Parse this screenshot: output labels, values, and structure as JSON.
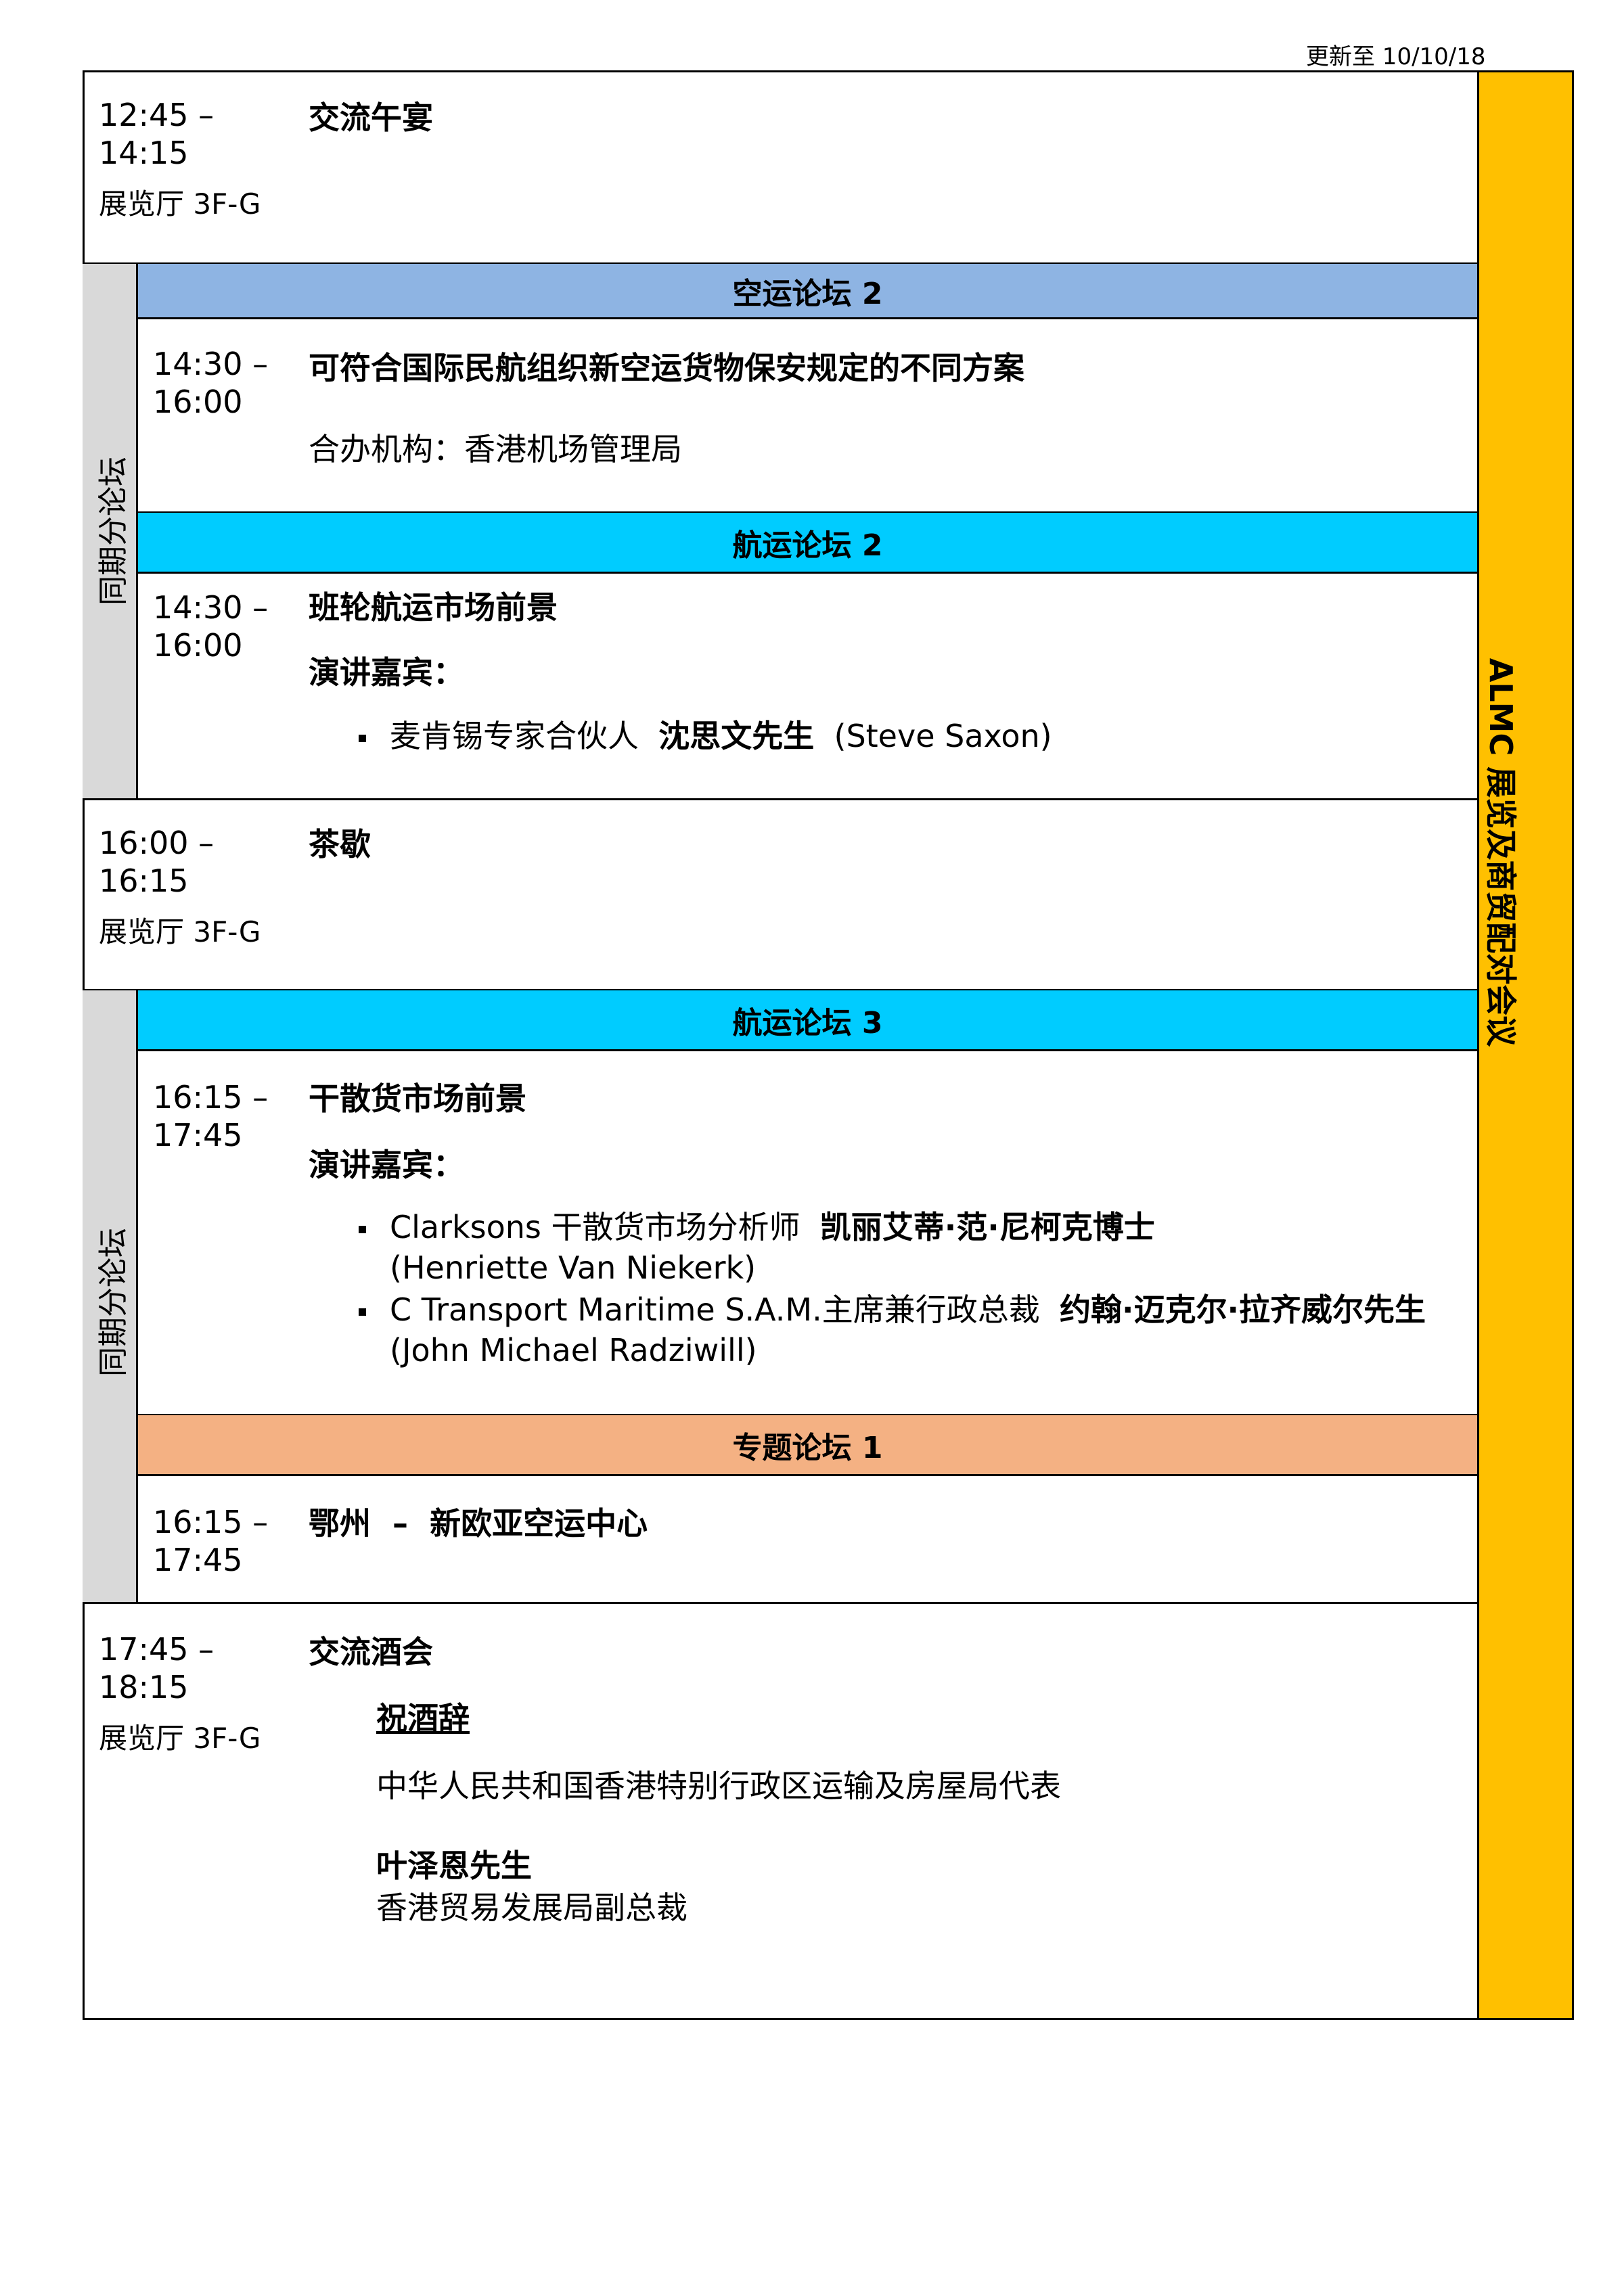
{
  "header": {
    "updated": "更新至  10/10/18"
  },
  "side_band": {
    "label": "ALMC 展览及商贸配对会议"
  },
  "concurrent_label": "同期分论坛",
  "session_lunch": {
    "time_start": "12:45 –",
    "time_end": "14:15",
    "venue": "展览厅 3F-G",
    "title": "交流午宴"
  },
  "air_forum_2": {
    "header": "空运论坛 2",
    "time_start": "14:30 –",
    "time_end": "16:00",
    "title": "可符合国际民航组织新空运货物保安规定的不同方案",
    "organizer": "合办机构：香港机场管理局"
  },
  "shipping_forum_2": {
    "header": "航运论坛 2",
    "time_start": "14:30 –",
    "time_end": "16:00",
    "title": "班轮航运市场前景",
    "speakers_label": "演讲嘉宾：",
    "speaker_1_org": "麦肯锡专家合伙人",
    "speaker_1_name": "沈思文先生",
    "speaker_1_en": "(Steve Saxon)"
  },
  "session_tea": {
    "time_start": "16:00 –",
    "time_end": "16:15",
    "venue": "展览厅 3F-G",
    "title": "茶歇"
  },
  "shipping_forum_3": {
    "header": "航运论坛 3",
    "time_start": "16:15 –",
    "time_end": "17:45",
    "title": "干散货市场前景",
    "speakers_label": "演讲嘉宾：",
    "speaker_1_org_en": "Clarksons",
    "speaker_1_org": "干散货市场分析师",
    "speaker_1_name": "凯丽艾蒂·范·尼柯克博士",
    "speaker_1_en": "(Henriette Van Niekerk)",
    "speaker_2_org_en": "C Transport Maritime S.A.M.",
    "speaker_2_org": "主席兼行政总裁",
    "speaker_2_name": "约翰·迈克尔·拉齐威尔先生",
    "speaker_2_en": "(John Michael Radziwill)"
  },
  "special_forum_1": {
    "header": "专题论坛 1",
    "time_start": "16:15 –",
    "time_end": "17:45",
    "title_a": "鄂州",
    "title_dash": "–",
    "title_b": "新欧亚空运中心"
  },
  "session_reception": {
    "time_start": "17:45 –",
    "time_end": "18:15",
    "venue": "展览厅 3F-G",
    "title": "交流酒会",
    "toast_label": "祝酒辞",
    "toast_speaker_1": "中华人民共和国香港特别行政区运输及房屋局代表",
    "toast_speaker_2_name": "叶泽恩先生",
    "toast_speaker_2_title": "香港贸易发展局副总裁"
  },
  "colors": {
    "air_header": "#8EB4E3",
    "shipping_header": "#00CCFF",
    "special_header": "#F4B183",
    "side_band": "#FFC000",
    "label_column": "#D9D9D9"
  }
}
